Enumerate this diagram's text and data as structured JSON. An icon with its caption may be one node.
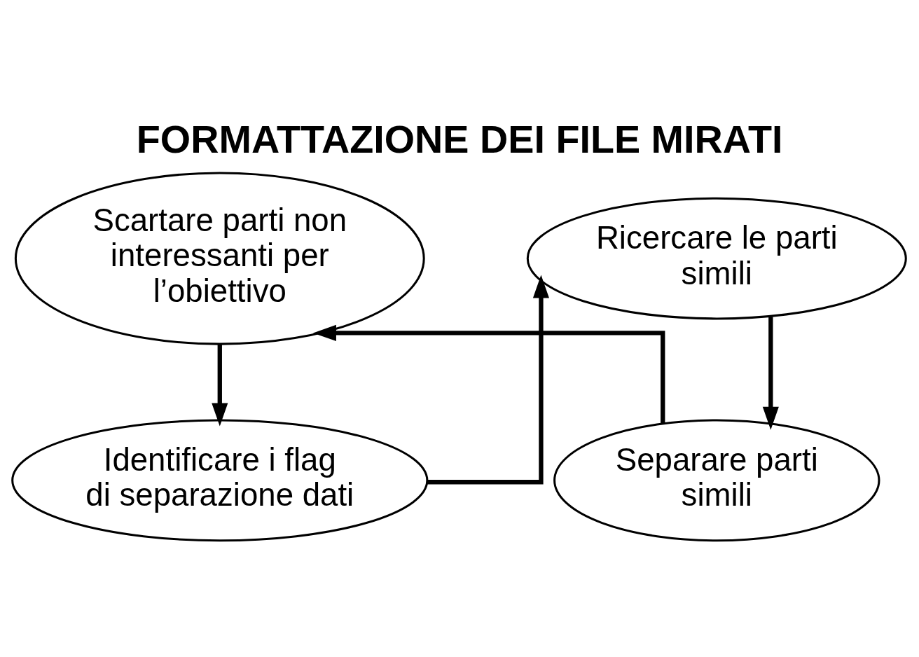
{
  "diagram": {
    "title": "FORMATTAZIONE DEI FILE MIRATI",
    "nodes": [
      {
        "text": [
          "Scartare parti non interessanti per l’obiettivo"
        ]
      },
      {
        "text": [
          "Identificare i flag di separazione dati"
        ]
      },
      {
        "text": [
          "Ricercare le parti simili"
        ]
      },
      {
        "text": [
          "Separare parti simili"
        ]
      }
    ],
    "edges": [
      {
        "from": 0,
        "to": 1,
        "arrow": "to"
      },
      {
        "from": 1,
        "to": 2,
        "arrow": "to"
      },
      {
        "from": 2,
        "to": 3,
        "arrow": "to"
      },
      {
        "from": 3,
        "to": 0,
        "arrow": "to"
      }
    ]
  }
}
